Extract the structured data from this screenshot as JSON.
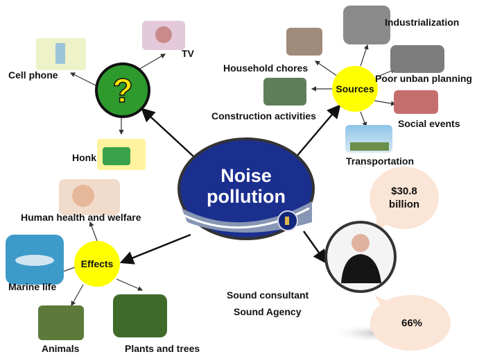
{
  "center": {
    "line1": "Noise",
    "line2": "pollution"
  },
  "causes": {
    "hub_icon": "question-mark",
    "items": [
      "TV",
      "Cell phone",
      "Honk"
    ]
  },
  "sources": {
    "hub": "Sources",
    "items": [
      "Industrialization",
      "Household chores",
      "Poor unban planning",
      "Construction activities",
      "Social events",
      "Transportation"
    ]
  },
  "effects": {
    "hub": "Effects",
    "items": [
      "Human health and welfare",
      "Marine life",
      "Animals",
      "Plants and trees"
    ]
  },
  "expert": {
    "role": "Sound consultant",
    "org": "Sound Agency",
    "stat1_line1": "$30.8",
    "stat1_line2": "billion",
    "stat2": "66%"
  },
  "colors": {
    "center": "#1b2f8f",
    "hub_yellow": "#ffff00",
    "question_green": "#2e9a2e",
    "bubble": "#fbe5d6"
  }
}
